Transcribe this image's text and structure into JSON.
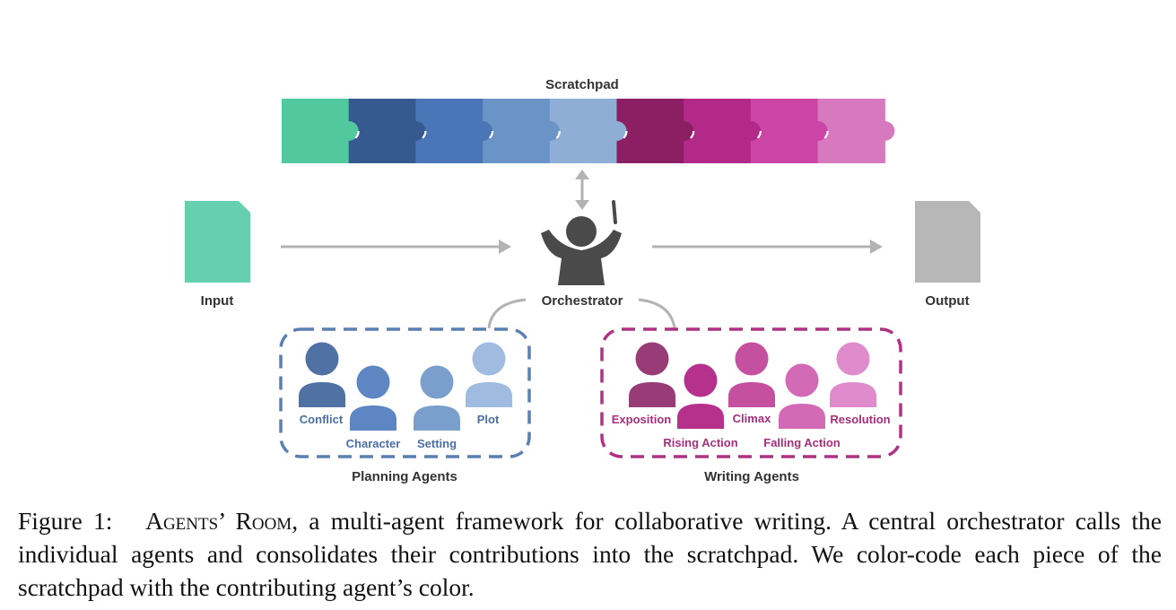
{
  "scratchpad": {
    "title": "Scratchpad",
    "pieces": [
      "#52c89f",
      "#345a8f",
      "#4a76b7",
      "#6a93c6",
      "#8eaed6",
      "#8c1f63",
      "#b3298a",
      "#cc45a6",
      "#d879bf"
    ]
  },
  "input": {
    "label": "Input",
    "color": "#66cfae"
  },
  "output": {
    "label": "Output",
    "color": "#b7b7b7"
  },
  "orchestrator": {
    "label": "Orchestrator",
    "color": "#4a4a4a"
  },
  "planning": {
    "label": "Planning Agents",
    "border_color": "#5a7fb2",
    "agents": [
      {
        "name": "Conflict",
        "color": "#4f71a3"
      },
      {
        "name": "Character",
        "color": "#5d86c2"
      },
      {
        "name": "Setting",
        "color": "#7a9fcd"
      },
      {
        "name": "Plot",
        "color": "#9fbbe0"
      }
    ]
  },
  "writing": {
    "label": "Writing Agents",
    "border_color": "#b03282",
    "agents": [
      {
        "name": "Exposition",
        "color": "#983b77"
      },
      {
        "name": "Rising Action",
        "color": "#b5318c"
      },
      {
        "name": "Climax",
        "color": "#c4509f"
      },
      {
        "name": "Falling Action",
        "color": "#d36ab6"
      },
      {
        "name": "Resolution",
        "color": "#e08bcb"
      }
    ]
  },
  "caption": {
    "prefix": "Figure 1:",
    "title_name": "Agents’ Room",
    "text": ", a multi-agent framework for collaborative writing. A central orchestrator calls the individual agents and consolidates their contributions into the scratchpad. We color-code each piece of the scratchpad with the contributing agent’s color."
  }
}
